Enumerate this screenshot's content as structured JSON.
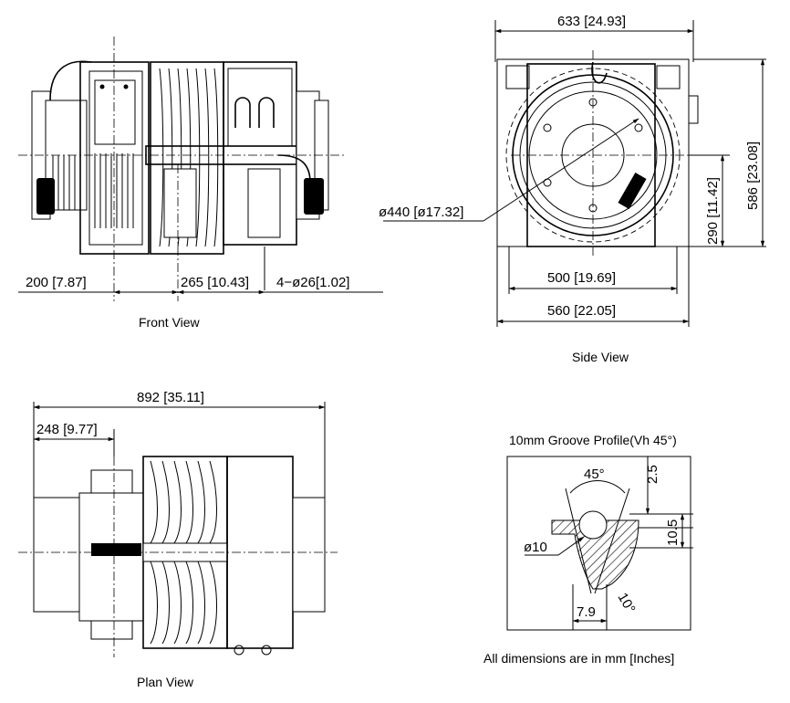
{
  "front_view": {
    "caption": "Front View",
    "dim_left": "200 [7.87]",
    "dim_center": "265 [10.43]",
    "dim_holes": "4−ø26[1.02]"
  },
  "side_view": {
    "caption": "Side View",
    "dim_top": "633 [24.93]",
    "dim_sheave": "ø440 [ø17.32]",
    "dim_inner": "500 [19.69]",
    "dim_outer": "560 [22.05]",
    "dim_shaft_height": "290 [11.42]",
    "dim_total_height": "586 [23.08]"
  },
  "plan_view": {
    "caption": "Plan View",
    "dim_total": "892 [35.11]",
    "dim_partial": "248 [9.77]"
  },
  "groove_profile": {
    "title": "10mm Groove Profile(Vh 45°)",
    "angle_top": "45°",
    "dim_depth": "2.5",
    "dim_height": "10.5",
    "dim_diameter": "ø10",
    "angle_bottom": "10°",
    "dim_width": "7.9"
  },
  "note": "All dimensions are in mm [Inches]"
}
